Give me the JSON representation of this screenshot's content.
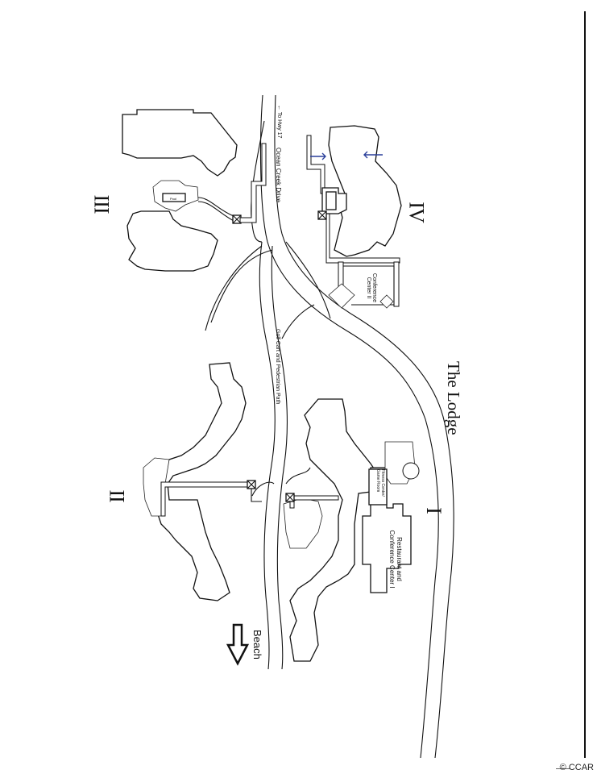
{
  "title": "The Lodge",
  "sections": {
    "section_1": {
      "label": "I",
      "buildings": [
        "Restaurant and Conference Center I",
        "Fitness Center / Game Room"
      ]
    },
    "section_2": {
      "label": "II"
    },
    "section_3": {
      "label": "III",
      "amenities": [
        "Pool"
      ]
    },
    "section_4": {
      "label": "IV",
      "amenities": [
        "Conference Center II"
      ]
    }
  },
  "labels": {
    "to_hwy": "← To Hwy 17",
    "ocean_creek_drive": "Ocean Creek Drive",
    "golf_cart_path": "Golf Cart and Pedestrian Path",
    "conference_center_ii": "Conference Center II",
    "fitness_center": "Fitness Center/ Game Room",
    "restaurant": "Restaurant and Conference Center I",
    "pool": "Pool",
    "beach": "Beach"
  },
  "colors": {
    "line": "#111111",
    "marker_arrow": "#2a3f9a"
  },
  "copyright": "© CCAR"
}
